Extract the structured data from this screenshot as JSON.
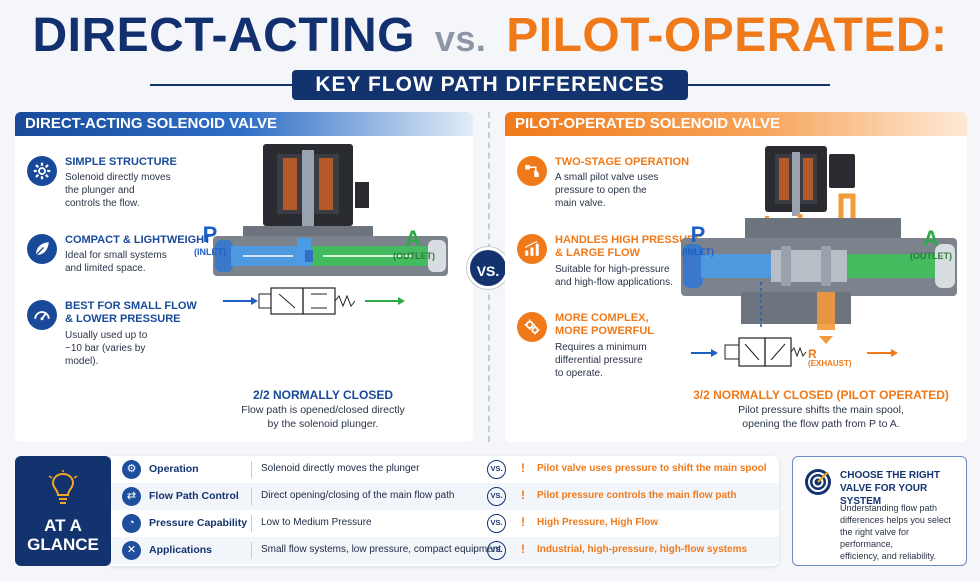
{
  "title": {
    "part1": "DIRECT-ACTING",
    "vs": "vs.",
    "part2": "PILOT-OPERATED:",
    "subtitle": "KEY FLOW PATH DIFFERENCES"
  },
  "colors": {
    "navy": "#13336f",
    "blue": "#184a99",
    "orange": "#f07a1a",
    "green": "#2fa94a"
  },
  "left": {
    "header": "DIRECT-ACTING SOLENOID VALVE",
    "features": [
      {
        "icon": "gear-icon",
        "title": "SIMPLE STRUCTURE",
        "desc": [
          "Solenoid directly moves",
          "the plunger and",
          "controls the flow."
        ]
      },
      {
        "icon": "leaf-icon",
        "title": "COMPACT & LIGHTWEIGHT",
        "desc": [
          "Ideal for small systems",
          "and limited space."
        ]
      },
      {
        "icon": "gauge-icon",
        "title_lines": [
          "BEST FOR SMALL FLOW",
          "& LOWER PRESSURE"
        ],
        "desc": [
          "Usually used up to",
          "~10 bar (varies by model)."
        ]
      }
    ],
    "inlet": {
      "letter": "P",
      "label": "(INLET)"
    },
    "outlet": {
      "letter": "A",
      "label": "(OUTLET)"
    },
    "schematic_title": "2/2 NORMALLY CLOSED",
    "schematic_desc": [
      "Flow path is opened/closed directly",
      "by the solenoid plunger."
    ]
  },
  "vs_badge": "VS.",
  "right": {
    "header": "PILOT-OPERATED SOLENOID VALVE",
    "features": [
      {
        "icon": "flow-icon",
        "title": "TWO-STAGE OPERATION",
        "desc": [
          "A small pilot valve uses",
          "pressure to open the",
          "main valve."
        ]
      },
      {
        "icon": "bar-chart-icon",
        "title_lines": [
          "HANDLES HIGH PRESSURE",
          "& LARGE FLOW"
        ],
        "desc": [
          "Suitable for high-pressure",
          "and high-flow applications."
        ]
      },
      {
        "icon": "gears-icon",
        "title_lines": [
          "MORE COMPLEX,",
          "MORE POWERFUL"
        ],
        "desc": [
          "Requires a minimum",
          "differential pressure",
          "to operate."
        ]
      }
    ],
    "inlet": {
      "letter": "P",
      "label": "(INLET)"
    },
    "outlet": {
      "letter": "A",
      "label": "(OUTLET)"
    },
    "exhaust": {
      "letter": "R",
      "label": "(EXHAUST)"
    },
    "schematic_title": "3/2 NORMALLY CLOSED (PILOT OPERATED)",
    "schematic_desc": [
      "Pilot pressure shifts the main spool,",
      "opening the flow path from P to A."
    ]
  },
  "glance": {
    "title_lines": [
      "AT A",
      "GLANCE"
    ],
    "rows": [
      {
        "icon": "gear-icon",
        "label": "Operation",
        "left": "Solenoid directly moves the plunger",
        "vs": "VS.",
        "right": "Pilot valve uses pressure to shift the main spool"
      },
      {
        "icon": "flow-icon",
        "label": "Flow Path Control",
        "left": "Direct opening/closing of the main flow path",
        "vs": "VS.",
        "right": "Pilot pressure controls the main flow path"
      },
      {
        "icon": "gauge-icon",
        "label": "Pressure Capability",
        "left": "Low to Medium Pressure",
        "vs": "VS.",
        "right": "High Pressure, High Flow"
      },
      {
        "icon": "wrench-icon",
        "label": "Applications",
        "left": "Small flow systems, low pressure, compact equipment",
        "vs": "VS.",
        "right": "Industrial, high-pressure, high-flow systems"
      }
    ]
  },
  "choose": {
    "title_lines": [
      "CHOOSE THE RIGHT",
      "VALVE FOR YOUR SYSTEM"
    ],
    "desc": [
      "Understanding flow path",
      "differences helps you select",
      "the right valve for performance,",
      "efficiency, and reliability."
    ]
  }
}
